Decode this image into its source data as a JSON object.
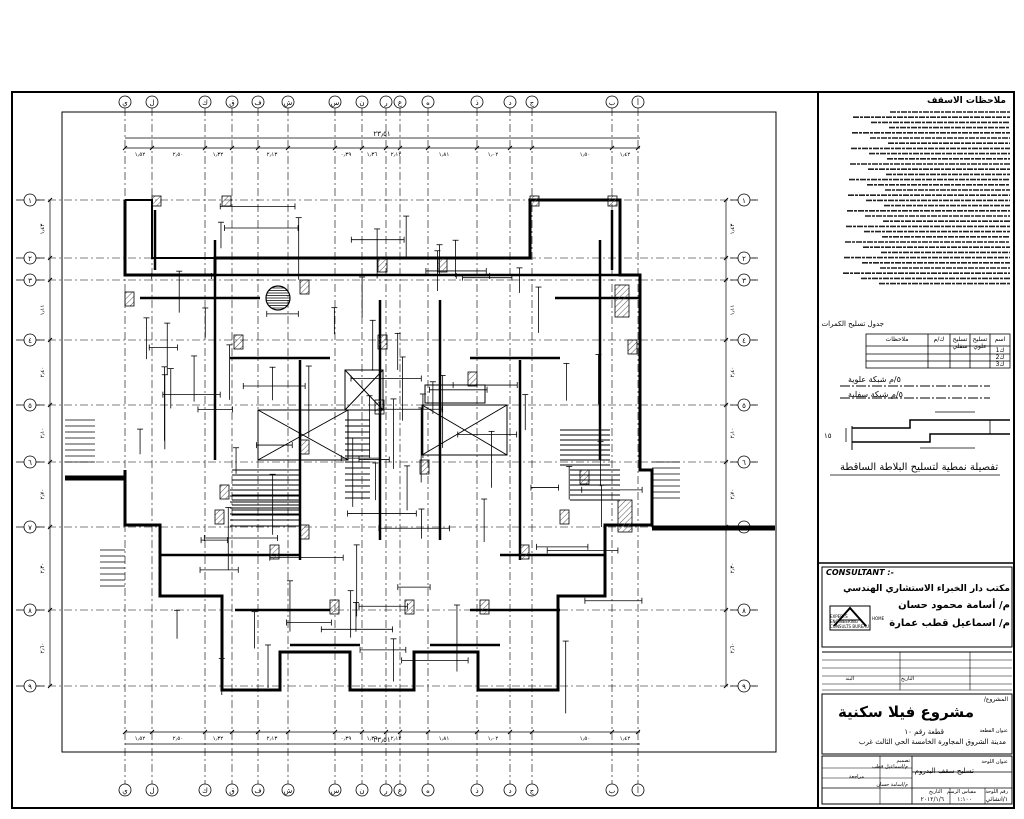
{
  "notes": {
    "title": "ملاحظات الاسقف"
  },
  "beam_table": {
    "title": "جدول تسليح الكمرات",
    "headers": [
      "ملاحظات",
      "ك/م",
      "تسليح سفلي",
      "تسليح علوي",
      "اسم"
    ],
    "rows": [
      [
        "",
        "",
        "",
        "",
        "ك1"
      ],
      [
        "",
        "",
        "",
        "",
        "ك2"
      ],
      [
        "",
        "",
        "",
        "",
        "ك3"
      ]
    ]
  },
  "slab_detail": {
    "upper_mesh": "٥/م شبكة علوية",
    "lower_mesh": "٥/م شبكة سفلية",
    "caption": "تفصيلة نمطية لتسليح البلاطة الساقطة",
    "dim": "١٥"
  },
  "consultant": {
    "label": "CONSULTANT :-",
    "office": "مكتب دار الخبراء الاستشاري الهندسي",
    "engineer1": "م/ أسامة محمود حسان",
    "engineer2": "م/ اسماعيل قطب عمارة",
    "logo_line1": "EXPERTS",
    "logo_line2": "ENGINEERING",
    "logo_line3": "CONSULTS BUREAU",
    "logo_home": "HOME"
  },
  "revision": {
    "date_label": "التاريخ",
    "item_label": "البند"
  },
  "project": {
    "label": "المشروع/",
    "name": "مشروع فيلا سكنية",
    "plot_label": "عنوان القطعة",
    "plot": "قطعة رقم ١٠",
    "location": "مدينة الشروق المجاورة الخامسة الحي الثالث غرب"
  },
  "drawing": {
    "label": "عنوان اللوحة",
    "title": "تسليح سقف البدروم",
    "designer_label": "تصميم",
    "designer": "م/اسماعيل قطب",
    "checker_label": "مراجعة",
    "approver": "م/اسامة حسان",
    "sheet_label": "رقم اللوحة",
    "sheet": "١/انشائي",
    "scale_label": "مقياس الرسم",
    "scale": "١:١٠٠",
    "date_label": "التاريخ",
    "date": "٢٠١٢/١/٦"
  },
  "plan": {
    "overall_dim": "٢٣٫٥١",
    "col_labels": [
      "ي",
      "ل",
      "ك",
      "ق",
      "ف",
      "ش",
      "س",
      "ن",
      "ر",
      "ع",
      "ه",
      "ذ",
      "د",
      "ج",
      "ب",
      "أ"
    ],
    "row_labels": [
      "١",
      "٢",
      "٣",
      "٤",
      "٥",
      "٦",
      "٧",
      "٨",
      "٩"
    ],
    "top_dims": [
      "١٫٥٢",
      "٢٫٥٠",
      "١٫٣٢",
      "٢٫١٣",
      "٠٫٣٩",
      "١٫٣٦",
      "٢٫١٢",
      "١٫٨١",
      "١٫٠٢",
      "١٫٥٠",
      "١٫٤٢"
    ],
    "left_dims": [
      "١٫٤٣",
      "١٫١١",
      "٢٫٤٠",
      "٢٫١٠",
      "٢٫٧٠",
      "٢٫٣٠",
      "٢٫٦٠"
    ],
    "right_dims": [
      "١٫٤٣",
      "١٫١١",
      "٢٫٤٠",
      "٢٫١٠",
      "٢٫٧٠",
      "٢٫٣٠",
      "٢٫٦٠"
    ]
  },
  "colors": {
    "ink": "#000000",
    "frame": "#333333",
    "hatch": "#555555"
  }
}
